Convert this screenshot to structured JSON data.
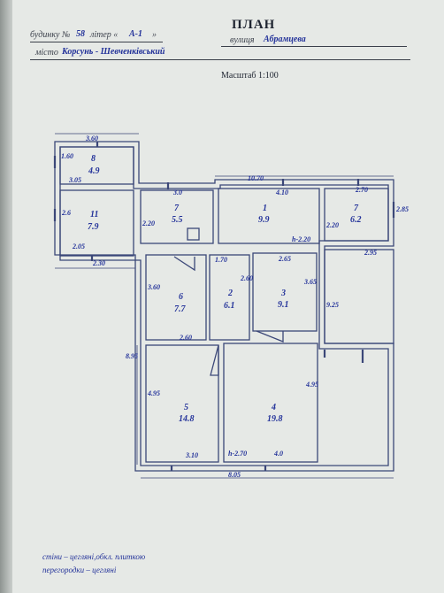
{
  "header": {
    "house_label": "будинку №",
    "house_number": "58",
    "litera_label": "літер «",
    "litera_value": "А-1",
    "litera_close": "»",
    "title": "ПЛАН",
    "street_label": "вулиця",
    "street_value": "Абрамцева",
    "city_label": "місто",
    "city_value": "Корсунь - Шевченківський",
    "scale": "Масштаб 1:100"
  },
  "rooms": [
    {
      "id": "8",
      "area": "4.9"
    },
    {
      "id": "11",
      "area": "7.9"
    },
    {
      "id": "7",
      "area": "5.5"
    },
    {
      "id": "1",
      "area": "9.9"
    },
    {
      "id": "7",
      "area": "6.2"
    },
    {
      "id": "6",
      "area": "7.7"
    },
    {
      "id": "2",
      "area": "6.1"
    },
    {
      "id": "3",
      "area": "9.1"
    },
    {
      "id": "5",
      "area": "14.8"
    },
    {
      "id": "4",
      "area": "19.8"
    }
  ],
  "dimensions": {
    "d_3_60": "3.60",
    "d_1_60": "1.60",
    "d_3_05": "3.05",
    "d_10_70": "10.70",
    "d_2_70_top": "2.70",
    "d_3_0": "3.0",
    "d_4_10": "4.10",
    "d_2_85": "2.85",
    "d_2_6": "2.6",
    "d_2_05": "2.05",
    "d_2_20a": "2.20",
    "d_h_2_20": "h-2.20",
    "d_2_20b": "2.20",
    "d_2_95": "2.95",
    "d_2_30": "2.30",
    "d_1_70": "1.70",
    "d_2_65": "2.65",
    "d_3_60b": "3.60",
    "d_2_60b": "2.60",
    "d_3_65": "3.65",
    "d_9_25": "9.25",
    "d_8_95": "8.95",
    "d_2_60": "2.60",
    "d_4_95a": "4.95",
    "d_4_95b": "4.95",
    "d_3_10": "3.10",
    "d_h_2_70": "h-2.70",
    "d_4_0": "4.0",
    "d_8_05": "8.05"
  },
  "notes": {
    "walls": "стіни – цеглянi,обкл. плиткою",
    "partitions": "перегородки – цеглянi"
  }
}
